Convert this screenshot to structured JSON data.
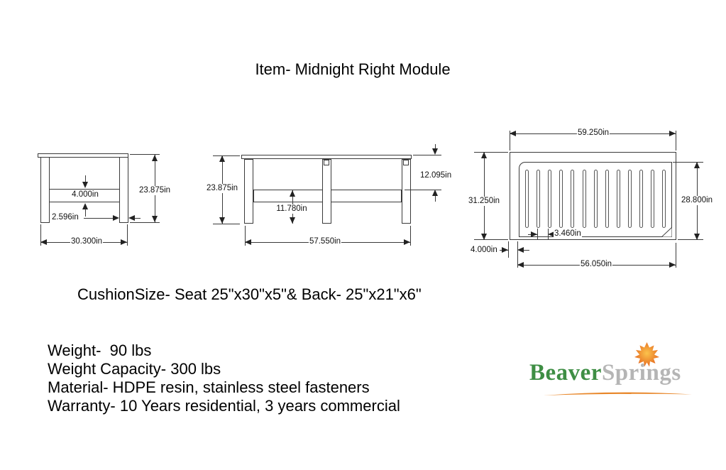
{
  "title": "Item- Midnight Right Module",
  "drawings": {
    "side": {
      "rail_thickness": "4.000in",
      "leg_width": "2.596in",
      "overall_height": "23.875in",
      "overall_width": "30.300in"
    },
    "front": {
      "overall_height": "23.875in",
      "rail_to_floor": "11.780in",
      "top_to_rail": "12.095in",
      "overall_width": "57.550in"
    },
    "top": {
      "overall_width": "59.250in",
      "overall_depth": "31.250in",
      "seat_depth": "28.800in",
      "slat_spacing": "3.460in",
      "frame_width": "4.000in",
      "seat_width": "56.050in"
    }
  },
  "cushion_note": "CushionSize- Seat 25\"x30\"x5\"& Back- 25\"x21\"x6\"",
  "specs": [
    "Weight-  90 lbs",
    "Weight Capacity- 300 lbs",
    "Material- HDPE resin, stainless steel fasteners",
    "Warranty- 10 Years residential, 3 years commercial"
  ],
  "logo": {
    "word1": "Beaver",
    "word2": "Springs",
    "word1_color": "#3e8e44",
    "word2_color": "#b5b5b5",
    "leaf_inner": "#fbc34c",
    "leaf_outer": "#e05214",
    "underline_color": "#e8872a"
  }
}
